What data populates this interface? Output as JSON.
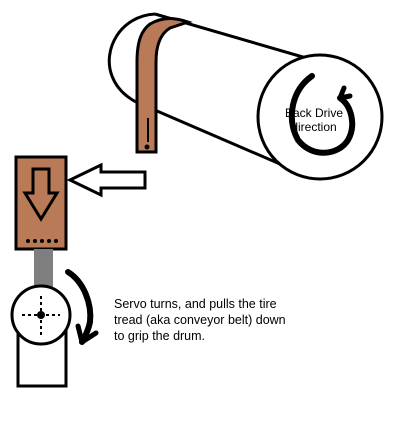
{
  "labels": {
    "back_drive_line1": "Back Drive",
    "back_drive_line2": "direction",
    "servo_description": "Servo turns, and pulls the tire tread (aka conveyor belt) down to grip the drum."
  },
  "colors": {
    "tread": "#b97a57",
    "servo_arm": "#7f7f7f",
    "outline": "#000000",
    "background": "#ffffff"
  },
  "icons": {
    "rotation_arrow": "circular-arrow-icon",
    "move_arrow": "left-arrow-icon",
    "pull_arrow": "down-arrow-icon"
  }
}
